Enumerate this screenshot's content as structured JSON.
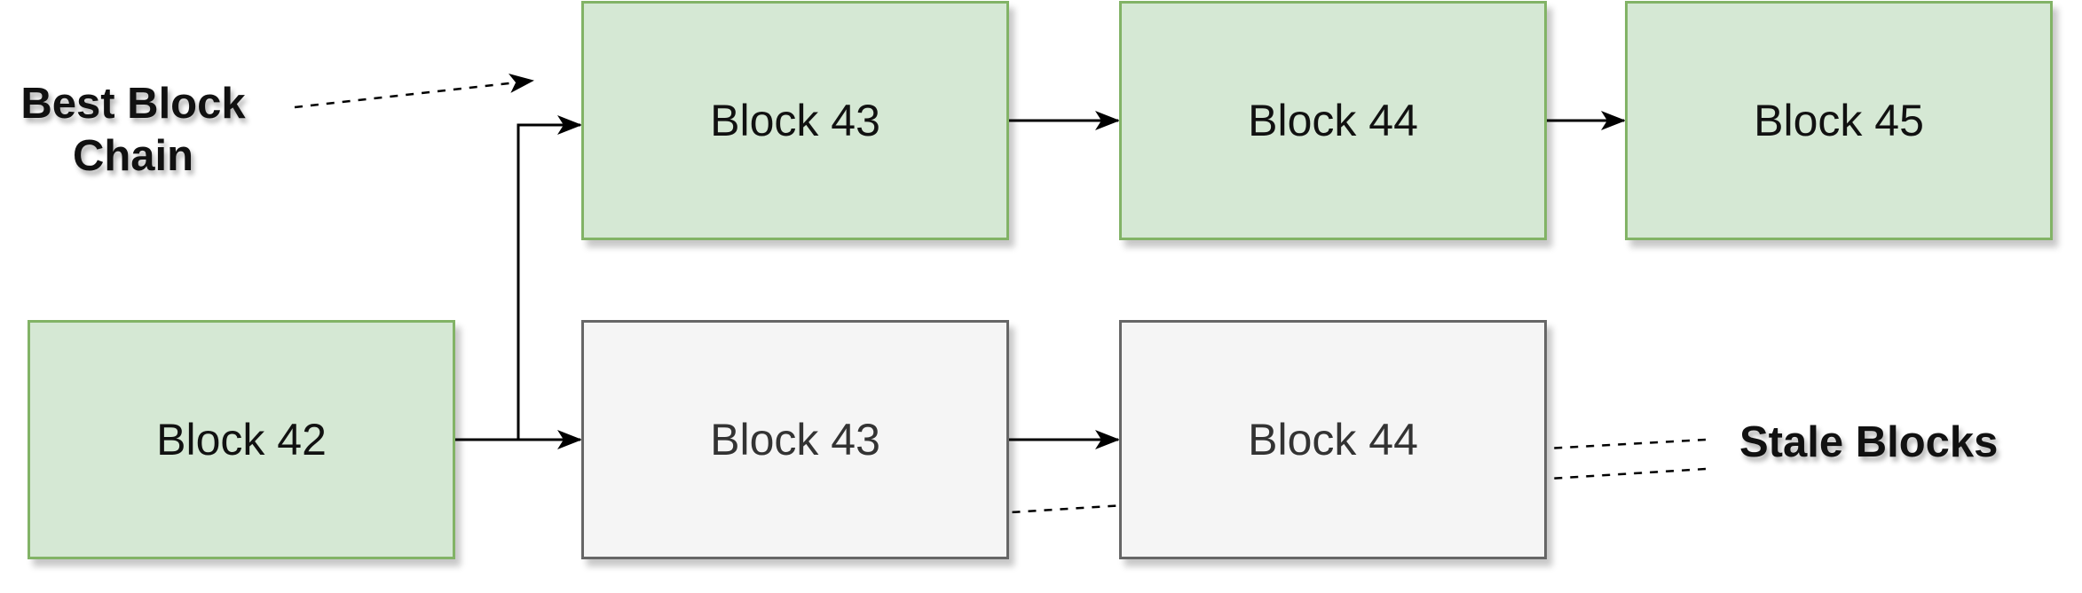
{
  "labels": {
    "best_chain_line1": "Best Block",
    "best_chain_line2": "Chain",
    "stale": "Stale Blocks"
  },
  "blocks": {
    "genesis": "Block 42",
    "best_43": "Block 43",
    "best_44": "Block 44",
    "best_45": "Block 45",
    "stale_43": "Block 43",
    "stale_44": "Block 44"
  },
  "colors": {
    "best_fill": "#d5e8d4",
    "best_stroke": "#82b366",
    "stale_fill": "#f5f5f5",
    "stale_stroke": "#666666"
  }
}
